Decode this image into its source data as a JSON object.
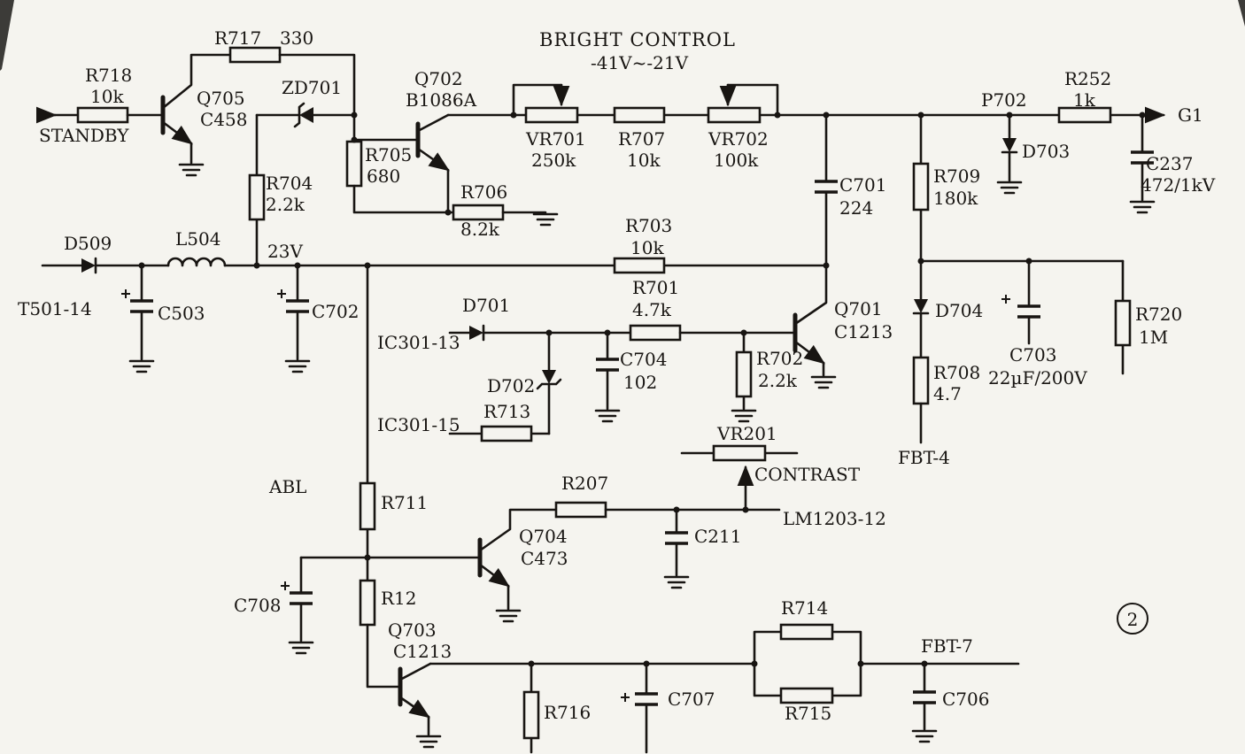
{
  "page": {
    "badge_number": "2"
  },
  "net_labels": {
    "standby": "STANDBY",
    "t501_14": "T501-14",
    "rail_23v": "23V",
    "abl": "ABL",
    "g1": "G1",
    "ic301_13": "IC301-13",
    "ic301_15": "IC301-15",
    "lm1203_12": "LM1203-12",
    "contrast": "CONTRAST",
    "fbt_4": "FBT-4",
    "fbt_7": "FBT-7",
    "bright_control": "BRIGHT CONTROL",
    "bright_range": "-41V~-21V"
  },
  "components": {
    "R718": {
      "ref": "R718",
      "val": "10k"
    },
    "R717": {
      "ref": "R717",
      "val": "330"
    },
    "Q705": {
      "ref": "Q705",
      "val": "C458"
    },
    "ZD701": {
      "ref": "ZD701"
    },
    "R704": {
      "ref": "R704",
      "val": "2.2k"
    },
    "R705": {
      "ref": "R705",
      "val": "680"
    },
    "Q702": {
      "ref": "Q702",
      "val": "B1086A"
    },
    "R706": {
      "ref": "R706",
      "val": "8.2k"
    },
    "VR701": {
      "ref": "VR701",
      "val": "250k"
    },
    "R707": {
      "ref": "R707",
      "val": "10k"
    },
    "VR702": {
      "ref": "VR702",
      "val": "100k"
    },
    "C701": {
      "ref": "C701",
      "val": "224"
    },
    "R709": {
      "ref": "R709",
      "val": "180k"
    },
    "P702": {
      "ref": "P702"
    },
    "D703": {
      "ref": "D703"
    },
    "R252": {
      "ref": "R252",
      "val": "1k"
    },
    "C237": {
      "ref": "C237",
      "val": "472/1kV"
    },
    "D509": {
      "ref": "D509"
    },
    "L504": {
      "ref": "L504"
    },
    "C503": {
      "ref": "C503"
    },
    "C702": {
      "ref": "C702"
    },
    "R703": {
      "ref": "R703",
      "val": "10k"
    },
    "D701": {
      "ref": "D701"
    },
    "R701": {
      "ref": "R701",
      "val": "4.7k"
    },
    "D702": {
      "ref": "D702"
    },
    "C704": {
      "ref": "C704",
      "val": "102"
    },
    "R713": {
      "ref": "R713"
    },
    "R702": {
      "ref": "R702",
      "val": "2.2k"
    },
    "Q701": {
      "ref": "Q701",
      "val": "C1213"
    },
    "D704": {
      "ref": "D704"
    },
    "R708": {
      "ref": "R708",
      "val": "4.7"
    },
    "C703": {
      "ref": "C703",
      "val": "22µF/200V"
    },
    "R720": {
      "ref": "R720",
      "val": "1M"
    },
    "VR201": {
      "ref": "VR201"
    },
    "R207": {
      "ref": "R207"
    },
    "C211": {
      "ref": "C211"
    },
    "Q704": {
      "ref": "Q704",
      "val": "C473"
    },
    "R711": {
      "ref": "R711"
    },
    "R12": {
      "ref": "R12"
    },
    "C708": {
      "ref": "C708"
    },
    "Q703": {
      "ref": "Q703",
      "val": "C1213"
    },
    "R716": {
      "ref": "R716"
    },
    "C707": {
      "ref": "C707"
    },
    "R714": {
      "ref": "R714"
    },
    "R715": {
      "ref": "R715"
    },
    "C706": {
      "ref": "C706"
    }
  }
}
